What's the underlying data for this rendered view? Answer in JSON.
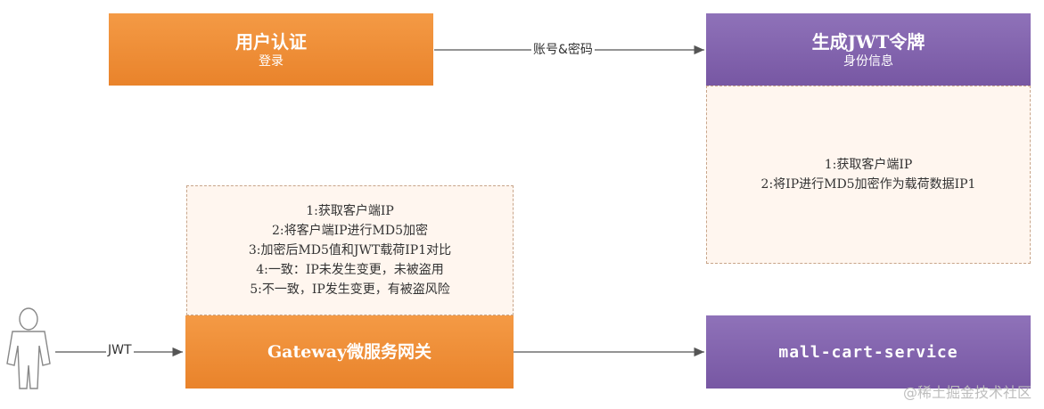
{
  "auth": {
    "title": "用户认证",
    "subtitle": "登录"
  },
  "jwt_gen": {
    "title": "生成JWT令牌",
    "subtitle": "身份信息",
    "notes": [
      "1:获取客户端IP",
      "2:将IP进行MD5加密作为载荷数据IP1"
    ]
  },
  "edge_login": "账号&密码",
  "gateway": {
    "title": "Gateway微服务网关",
    "notes": [
      "1:获取客户端IP",
      "2:将客户端IP进行MD5加密",
      "3:加密后MD5值和JWT载荷IP1对比",
      "4:一致：IP未发生变更，未被盗用",
      "5:不一致，IP发生变更，有被盗风险"
    ]
  },
  "edge_jwt": "JWT",
  "service": {
    "title": "mall-cart-service"
  },
  "watermark": "@稀土掘金技术社区",
  "colors": {
    "orange": "#ee8a35",
    "purple": "#8064ad",
    "note_bg": "#fff6ef"
  }
}
